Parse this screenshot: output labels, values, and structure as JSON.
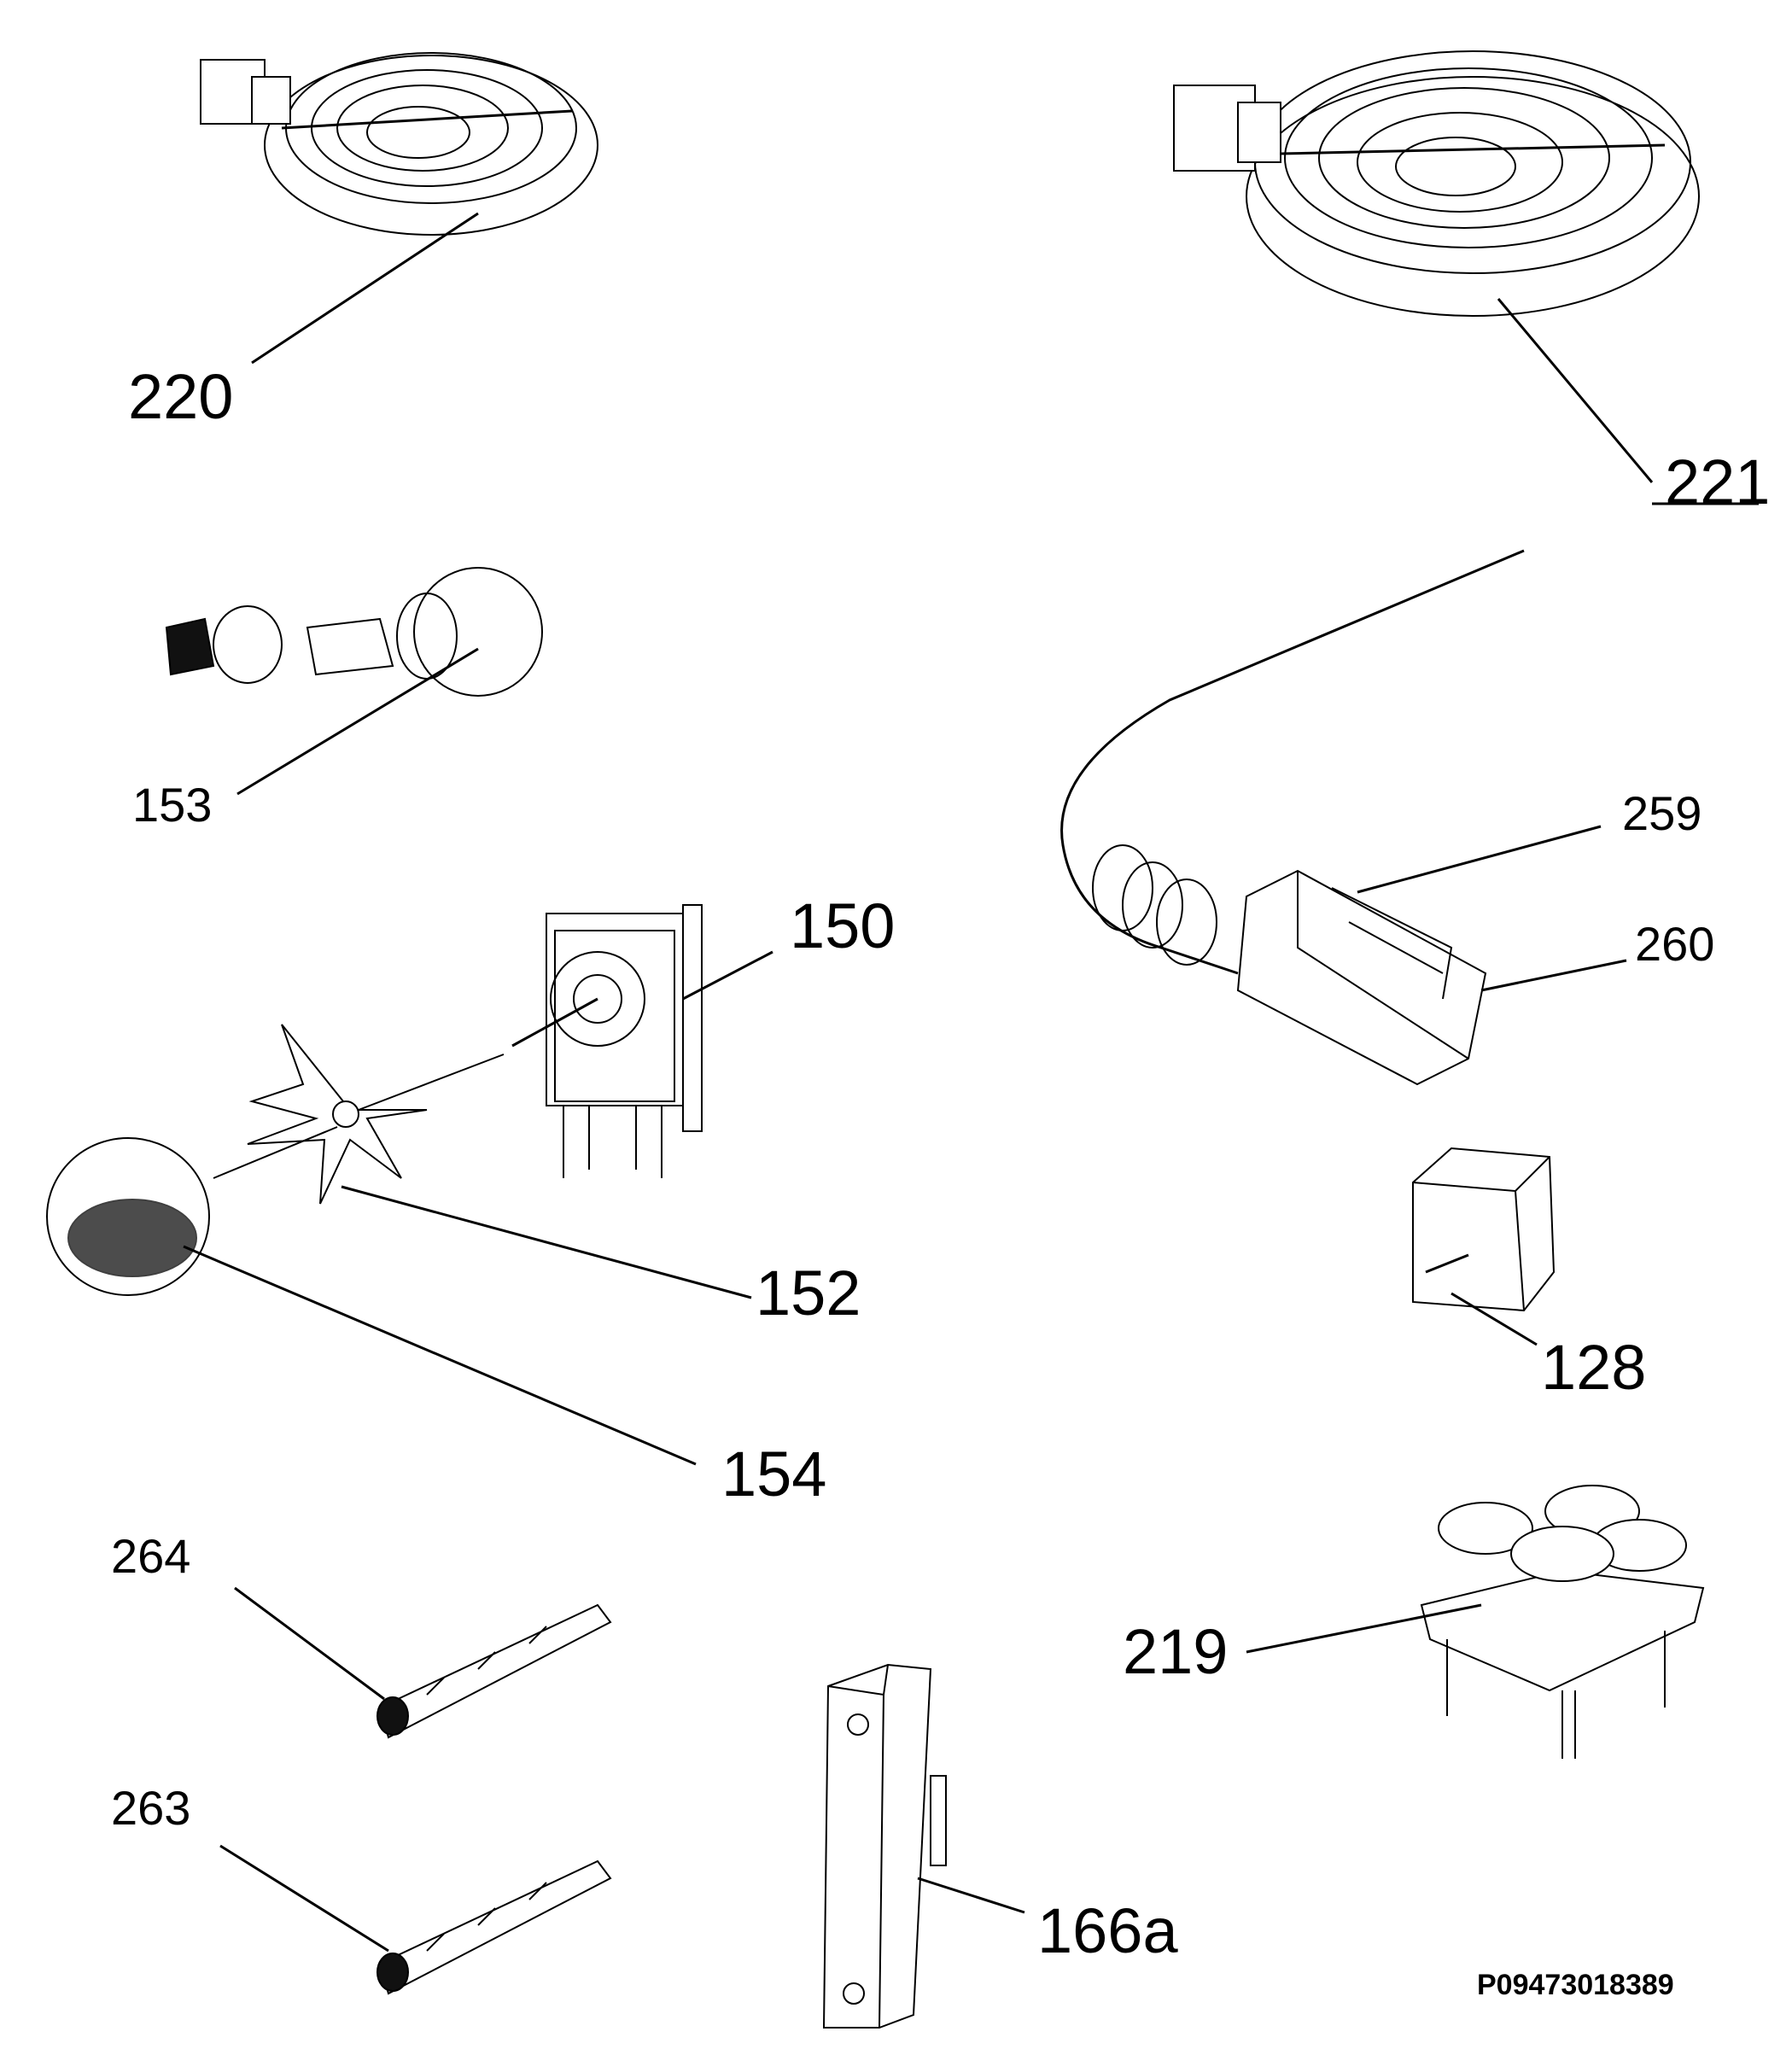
{
  "labels": {
    "p220": "220",
    "p221": "221",
    "p153": "153",
    "p259": "259",
    "p260": "260",
    "p150": "150",
    "p152": "152",
    "p128": "128",
    "p154": "154",
    "p264": "264",
    "p219": "219",
    "p263": "263",
    "p166a": "166a"
  },
  "document_id": "P09473018389"
}
